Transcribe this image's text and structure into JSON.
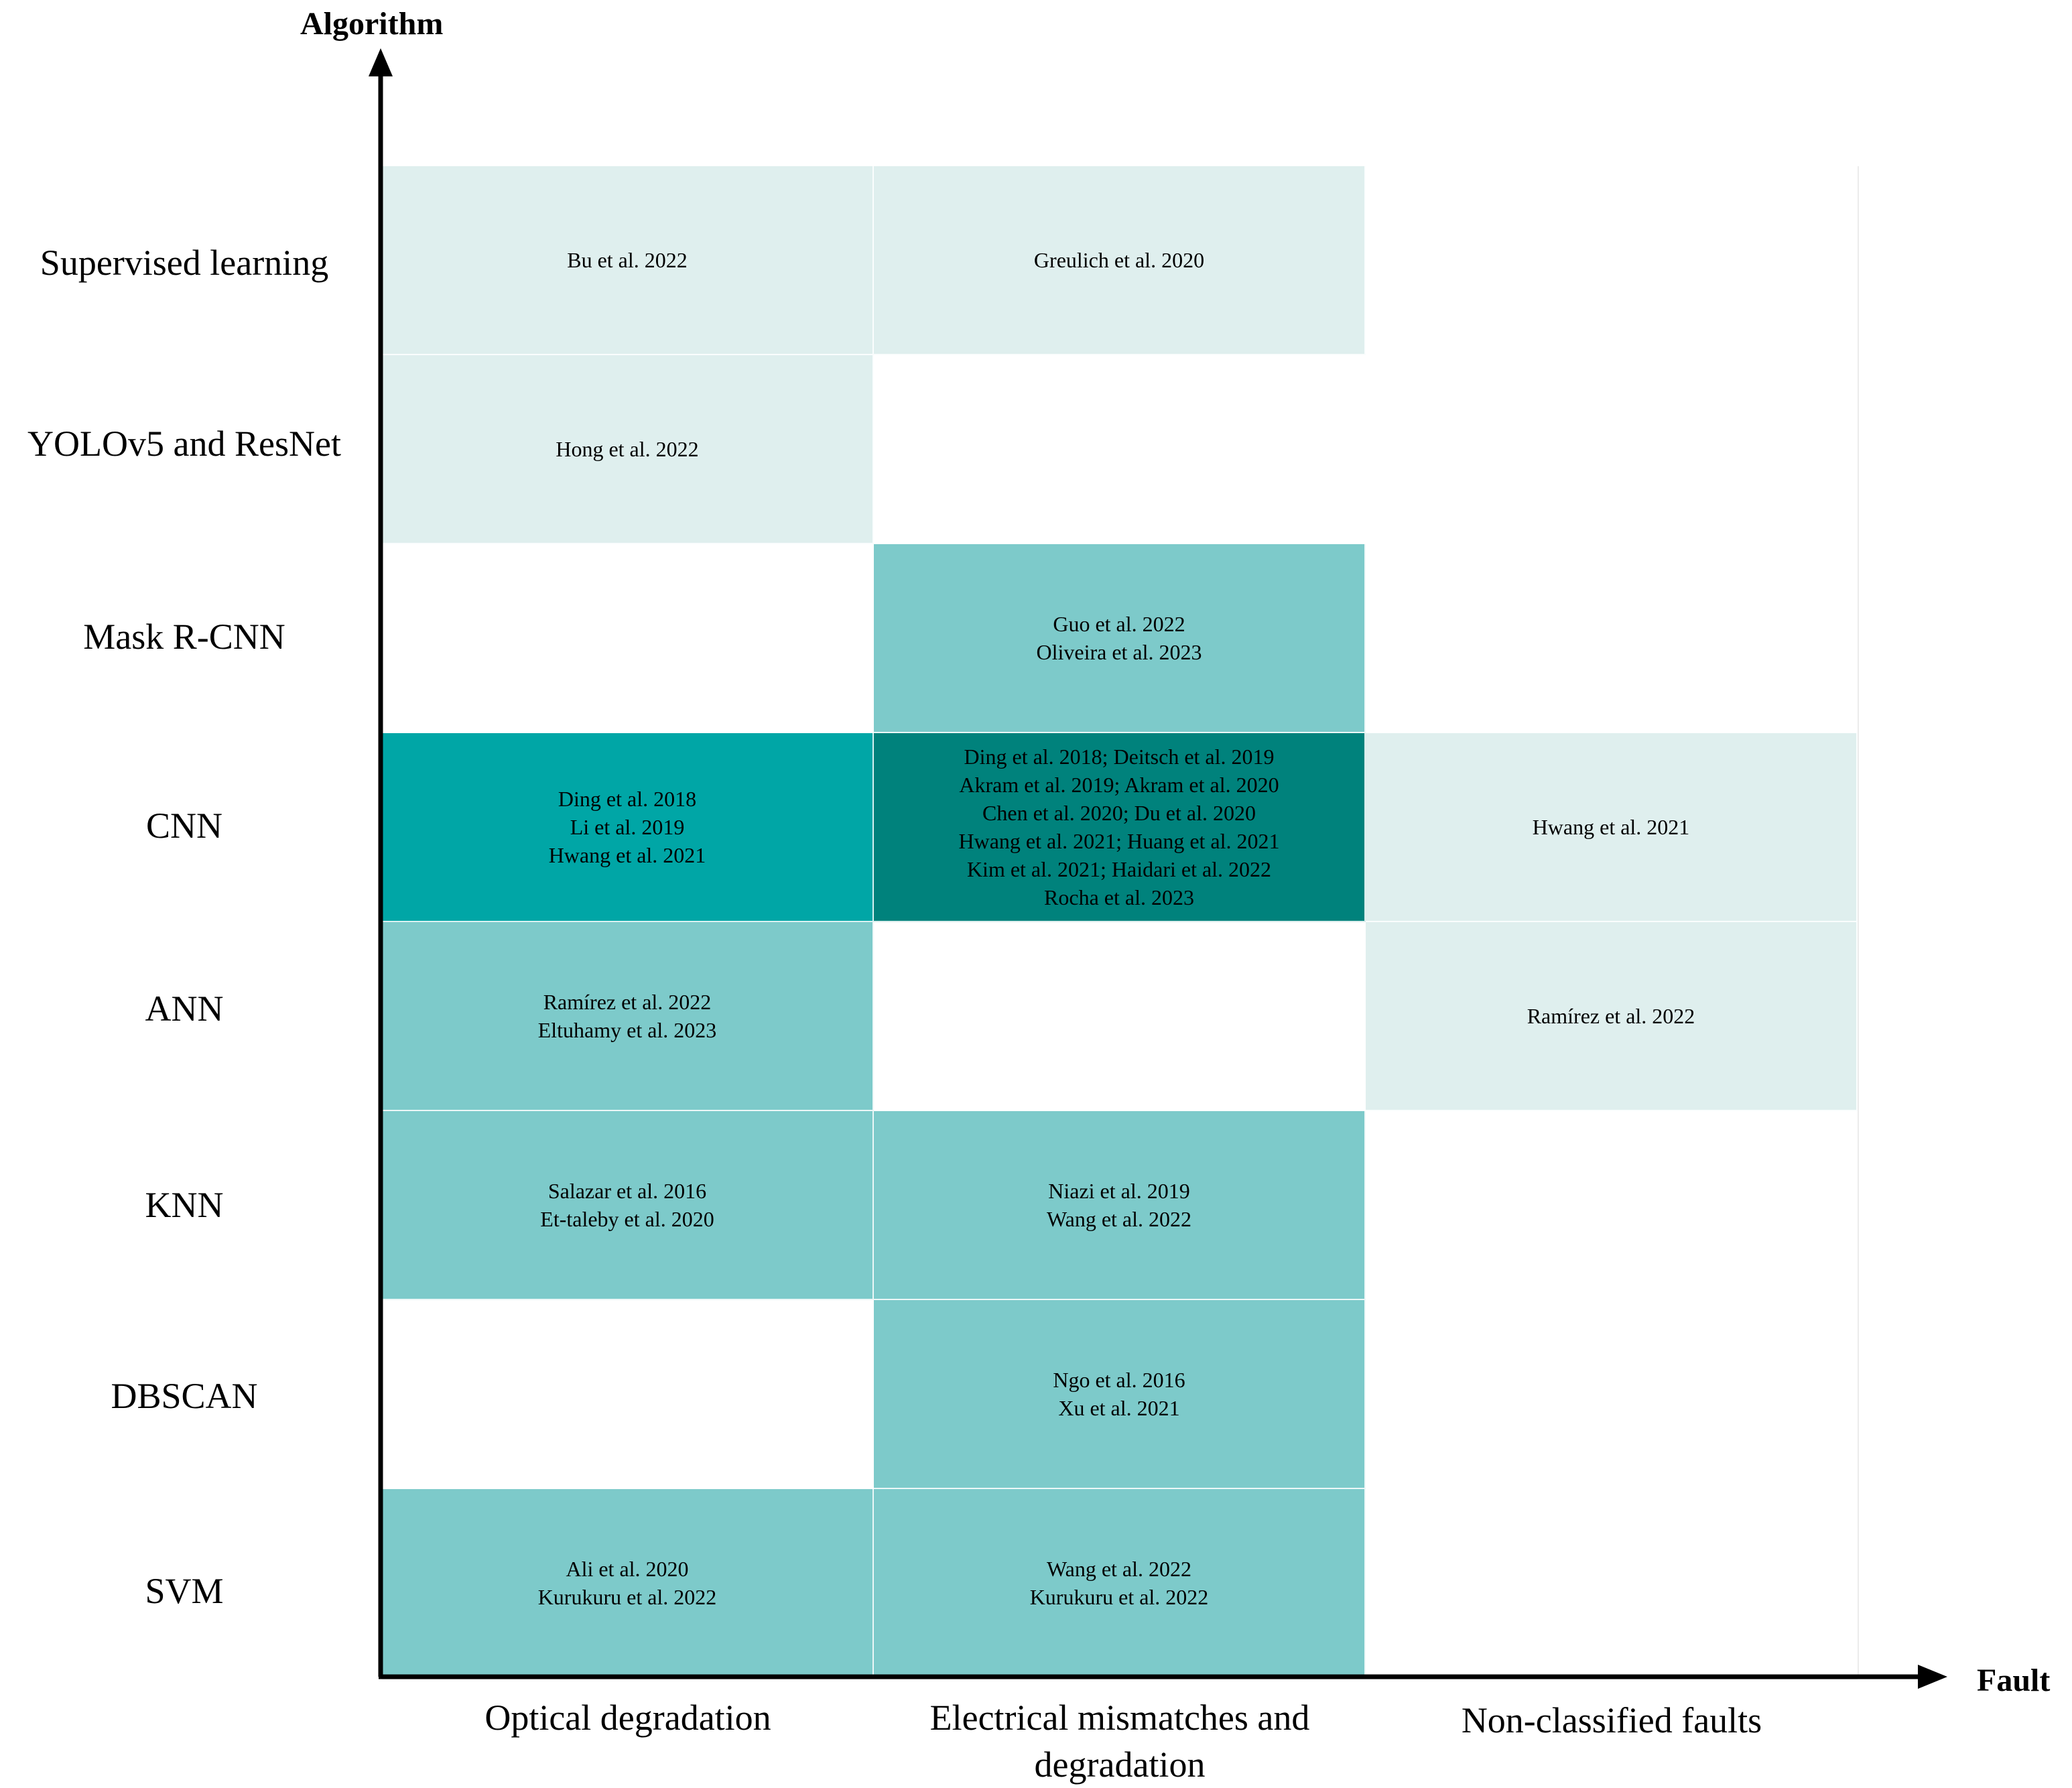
{
  "axes": {
    "y_title": "Algorithm",
    "x_title": "Fault"
  },
  "colors": {
    "level1": "#dfefee",
    "level2": "#7dcaca",
    "level3": "#00a6a6",
    "level4": "#00827c",
    "empty": "#ffffff"
  },
  "rows": [
    "Supervised learning",
    "YOLOv5 and ResNet",
    "Mask R-CNN",
    "CNN",
    "ANN",
    "KNN",
    "DBSCAN",
    "SVM"
  ],
  "columns": [
    "Optical degradation",
    "Electrical mismatches and degradation",
    "Non-classified faults"
  ],
  "cells": [
    [
      {
        "level": 1,
        "refs": [
          "Bu et al. 2022"
        ]
      },
      {
        "level": 1,
        "refs": [
          "Greulich et al. 2020"
        ]
      },
      {
        "level": 0,
        "refs": []
      }
    ],
    [
      {
        "level": 1,
        "refs": [
          "Hong et al. 2022"
        ]
      },
      {
        "level": 0,
        "refs": []
      },
      {
        "level": 0,
        "refs": []
      }
    ],
    [
      {
        "level": 0,
        "refs": []
      },
      {
        "level": 2,
        "refs": [
          "Guo et al. 2022",
          "Oliveira et al. 2023"
        ]
      },
      {
        "level": 0,
        "refs": []
      }
    ],
    [
      {
        "level": 3,
        "refs": [
          "Ding et al. 2018",
          "Li et al. 2019",
          "Hwang et al. 2021"
        ]
      },
      {
        "level": 4,
        "refs": [
          "Ding et al. 2018; Deitsch et al. 2019",
          "Akram et al. 2019; Akram et al. 2020",
          "Chen et al. 2020; Du et al. 2020",
          "Hwang et al. 2021; Huang et al. 2021",
          "Kim et al. 2021; Haidari et al. 2022",
          "Rocha et al. 2023"
        ]
      },
      {
        "level": 1,
        "refs": [
          "Hwang et al. 2021"
        ]
      }
    ],
    [
      {
        "level": 2,
        "refs": [
          "Ramírez et al. 2022",
          "Eltuhamy et al. 2023"
        ]
      },
      {
        "level": 0,
        "refs": []
      },
      {
        "level": 1,
        "refs": [
          "Ramírez et al. 2022"
        ]
      }
    ],
    [
      {
        "level": 2,
        "refs": [
          "Salazar et al. 2016",
          "Et-taleby et al. 2020"
        ]
      },
      {
        "level": 2,
        "refs": [
          "Niazi et al. 2019",
          "Wang et al. 2022"
        ]
      },
      {
        "level": 0,
        "refs": []
      }
    ],
    [
      {
        "level": 0,
        "refs": []
      },
      {
        "level": 2,
        "refs": [
          "Ngo et al. 2016",
          "Xu et al. 2021"
        ]
      },
      {
        "level": 0,
        "refs": []
      }
    ],
    [
      {
        "level": 2,
        "refs": [
          "Ali et al. 2020",
          "Kurukuru et al. 2022"
        ]
      },
      {
        "level": 2,
        "refs": [
          "Wang et al. 2022",
          "Kurukuru et al. 2022"
        ]
      },
      {
        "level": 0,
        "refs": []
      }
    ]
  ]
}
